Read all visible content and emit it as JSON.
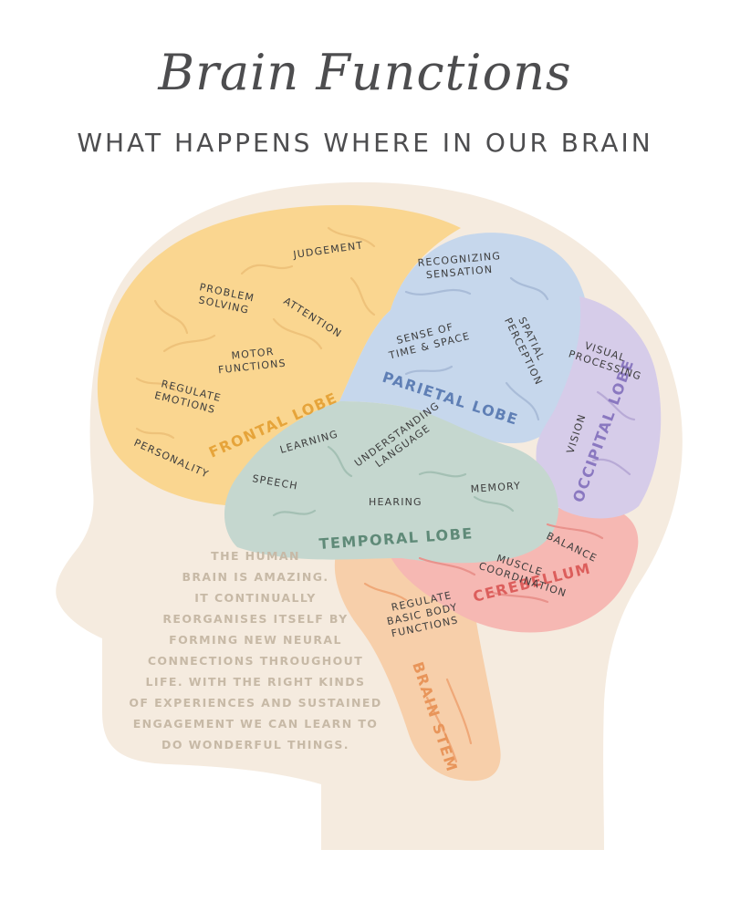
{
  "title": "Brain Functions",
  "subtitle": "WHAT HAPPENS WHERE IN OUR BRAIN",
  "colors": {
    "head": "#f5ebdf",
    "frontal": "#fad690",
    "parietal": "#c6d7ec",
    "occipital": "#d6cce9",
    "temporal": "#c5d7cf",
    "cerebellum": "#f6b8b3",
    "brain_stem": "#f7cfaa",
    "text": "#4d4d4f",
    "blurb_text": "#c7b9a6"
  },
  "lobes": {
    "frontal": "FRONTAL LOBE",
    "parietal": "PARIETAL LOBE",
    "occipital": "OCCIPITAL LOBE",
    "temporal": "TEMPORAL LOBE",
    "cerebellum": "CEREBELLUM",
    "brain_stem": "BRAIN STEM"
  },
  "functions": {
    "judgement": "JUDGEMENT",
    "problem_solving": [
      "PROBLEM",
      "SOLVING"
    ],
    "attention": "ATTENTION",
    "motor_functions": [
      "MOTOR",
      "FUNCTIONS"
    ],
    "regulate_emotions": [
      "REGULATE",
      "EMOTIONS"
    ],
    "personality": "PERSONALITY",
    "recognizing_sensation": [
      "RECOGNIZING",
      "SENSATION"
    ],
    "sense_of_time_space": [
      "SENSE OF",
      "TIME & SPACE"
    ],
    "spatial_perception": [
      "SPATIAL",
      "PERCEPTION"
    ],
    "visual_processing": [
      "VISUAL",
      "PROCESSING"
    ],
    "vision": "VISION",
    "learning": "LEARNING",
    "understanding_language": [
      "UNDERSTANDING",
      "LANGUAGE"
    ],
    "speech": "SPEECH",
    "hearing": "HEARING",
    "memory": "MEMORY",
    "balance": "BALANCE",
    "muscle_coordination": [
      "MUSCLE",
      "COORDINATION"
    ],
    "regulate_basic_body_functions": [
      "REGULATE",
      "BASIC BODY",
      "FUNCTIONS"
    ]
  },
  "blurb": [
    "THE HUMAN",
    "BRAIN IS AMAZING.",
    "IT CONTINUALLY",
    "REORGANISES ITSELF BY",
    "FORMING NEW NEURAL",
    "CONNECTIONS THROUGHOUT",
    "LIFE. WITH THE RIGHT KINDS",
    "OF EXPERIENCES AND SUSTAINED",
    "ENGAGEMENT WE CAN LEARN TO",
    "DO WONDERFUL THINGS."
  ]
}
